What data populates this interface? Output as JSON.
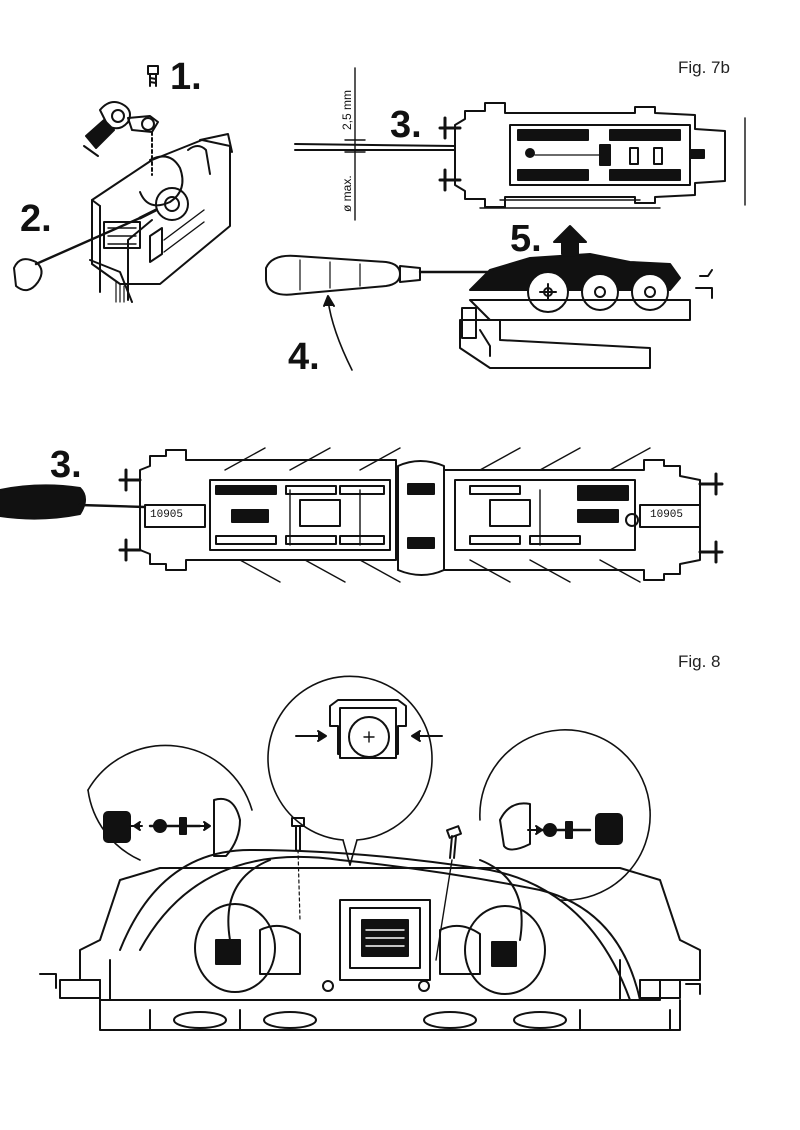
{
  "fig7b": {
    "label": "Fig. 7b",
    "steps": [
      "1.",
      "2.",
      "3.",
      "4.",
      "5."
    ],
    "dim_top": "2,5 mm",
    "dim_bottom": "ø max."
  },
  "middle": {
    "step": "3.",
    "loco_number_left": "10905",
    "loco_number_right": "10905"
  },
  "fig8": {
    "label": "Fig. 8"
  }
}
